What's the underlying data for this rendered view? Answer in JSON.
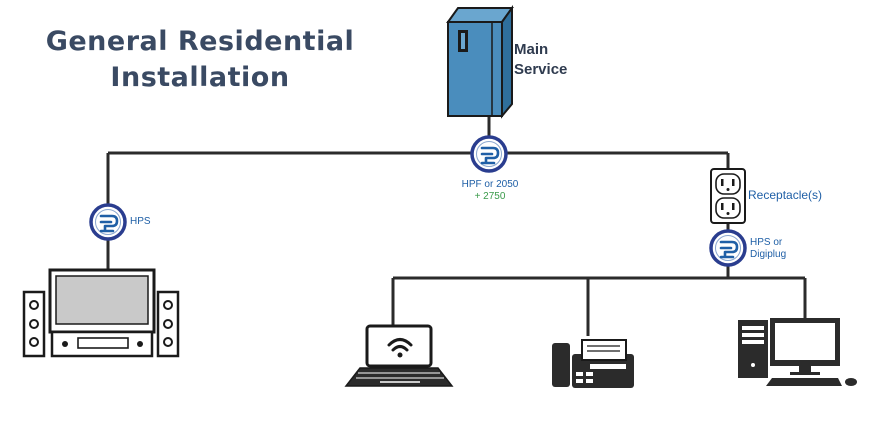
{
  "title": {
    "line1": "General Residential",
    "line2": "Installation"
  },
  "labels": {
    "main_service_line1": "Main",
    "main_service_line2": "Service",
    "hpf_line1": "HPF or 2050",
    "hpf_line2": "+ 2750",
    "hps_left": "HPS",
    "receptacles": "Receptacle(s)",
    "hps_digiplug_line1": "HPS or",
    "hps_digiplug_line2": "Digiplug"
  },
  "colors": {
    "wire": "#2b2b2b",
    "panel": "#4a8dbd",
    "protector_ring": "#2a3d8f",
    "protector_glyph": "#1f5fa6",
    "title": "#3a4a63",
    "label_blue": "#1f5fa6",
    "label_green": "#3a9a4a"
  },
  "icons": {
    "main_panel": "electrical-panel-icon",
    "protector": "surge-protector-logo-icon",
    "outlet": "duplex-outlet-icon",
    "home_theater": "home-theater-icon",
    "laptop": "laptop-wifi-icon",
    "fax": "fax-machine-icon",
    "desktop": "desktop-computer-icon"
  }
}
